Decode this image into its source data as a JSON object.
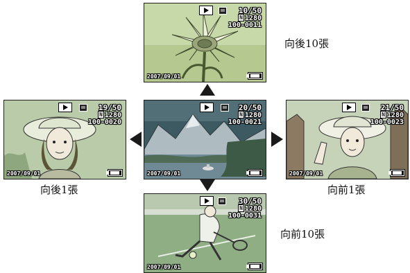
{
  "screens": {
    "top": {
      "counter": "10/50",
      "resolution": "1280",
      "file_no": "100-0011",
      "date": "2007/09/01",
      "quality_icon": "N"
    },
    "left": {
      "counter": "19/50",
      "resolution": "1280",
      "file_no": "100-0020",
      "date": "2007/09/01",
      "quality_icon": "N"
    },
    "center": {
      "counter": "20/50",
      "resolution": "1280",
      "file_no": "100-0021",
      "date": "2007/09/01",
      "quality_icon": "N"
    },
    "right": {
      "counter": "21/50",
      "resolution": "1280",
      "file_no": "100-0023",
      "date": "2007/09/01",
      "quality_icon": "N"
    },
    "bottom": {
      "counter": "30/50",
      "resolution": "1280",
      "file_no": "100-0031",
      "date": "2007/09/01",
      "quality_icon": "N"
    }
  },
  "labels": {
    "back10": "向後10張",
    "back1": "向後1張",
    "forward1": "向前1張",
    "forward10": "向前10張"
  },
  "icons": [
    "play-mode-icon",
    "sd-card-icon",
    "battery-icon",
    "arrow-up-icon",
    "arrow-down-icon",
    "arrow-left-icon",
    "arrow-right-icon"
  ],
  "colors": {
    "arrow": "#1a1a1a",
    "osd_text": "#ffffff",
    "screen_border": "#1f1f1f"
  }
}
